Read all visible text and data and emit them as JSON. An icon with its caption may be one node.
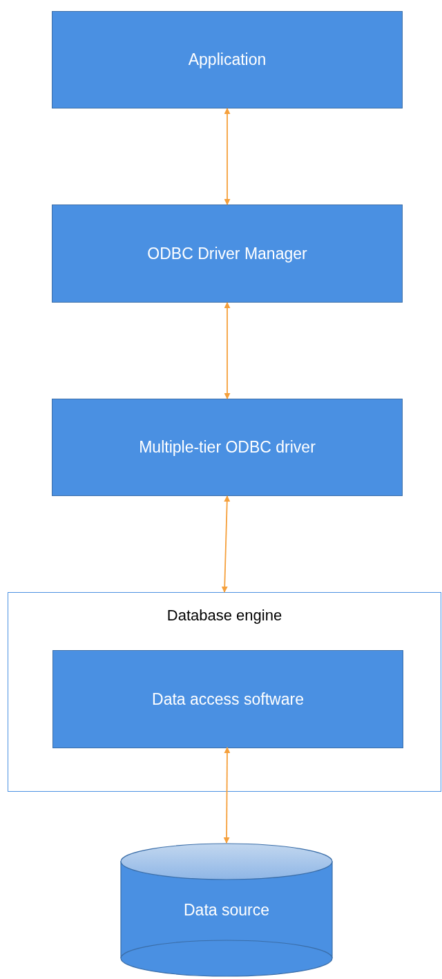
{
  "diagram": {
    "nodes": [
      {
        "text": [
          "Application"
        ]
      },
      {
        "text": [
          "ODBC Driver Manager"
        ]
      },
      {
        "text": [
          "Multiple-tier ODBC driver"
        ]
      },
      {
        "text": [
          "Database engine"
        ]
      },
      {
        "text": [
          "Data access software"
        ],
        "in": 3
      },
      {
        "text": [
          "Data source"
        ]
      }
    ],
    "edges": [
      {
        "from": 0,
        "to": 1,
        "arrow": "both"
      },
      {
        "from": 1,
        "to": 2,
        "arrow": "both"
      },
      {
        "from": 2,
        "to": 3,
        "arrow": "both"
      },
      {
        "from": 4,
        "to": 5,
        "arrow": "both"
      }
    ]
  }
}
